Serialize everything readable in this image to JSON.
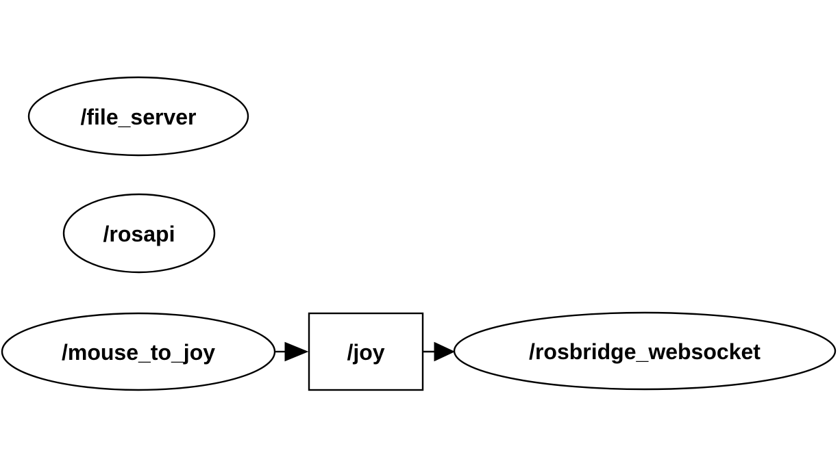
{
  "canvas": {
    "background_color": "#ffffff",
    "stroke_color": "#000000",
    "text_color": "#000000"
  },
  "graph": {
    "nodes": [
      {
        "id": "file_server",
        "label": "/file_server",
        "shape": "ellipse"
      },
      {
        "id": "rosapi",
        "label": "/rosapi",
        "shape": "ellipse"
      },
      {
        "id": "mouse_to_joy",
        "label": "/mouse_to_joy",
        "shape": "ellipse"
      },
      {
        "id": "joy",
        "label": "/joy",
        "shape": "rectangle"
      },
      {
        "id": "rosbridge_websocket",
        "label": "/rosbridge_websocket",
        "shape": "ellipse"
      }
    ],
    "edges": [
      {
        "from": "/mouse_to_joy",
        "to": "/joy"
      },
      {
        "from": "/joy",
        "to": "/rosbridge_websocket"
      }
    ]
  }
}
